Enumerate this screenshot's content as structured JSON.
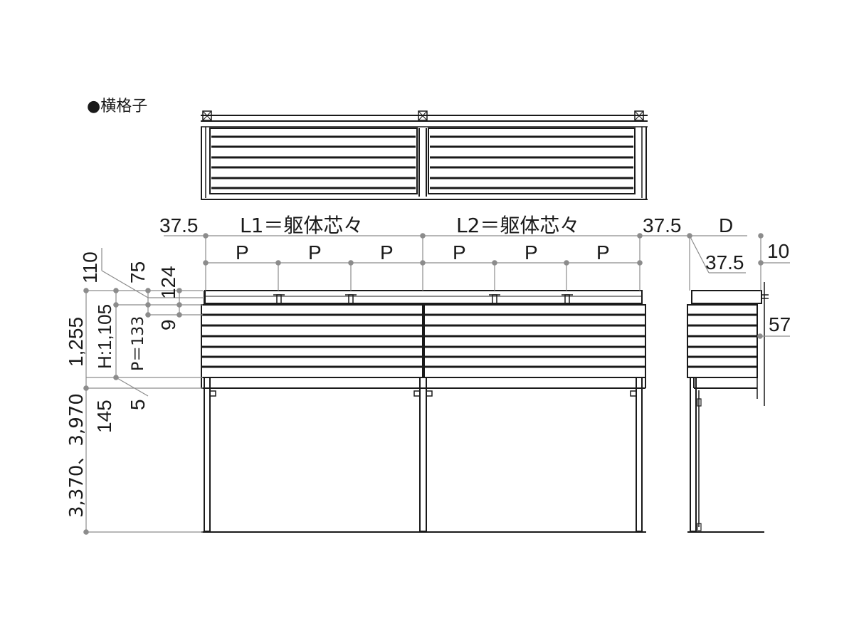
{
  "title": "●横格子",
  "colors": {
    "line": "#1a1a1a",
    "dim": "#8c8c8c",
    "slat": "#ffffff"
  },
  "labels": {
    "edge_left": "37.5",
    "span_1": "L1＝躯体芯々",
    "span_2": "L2＝躯体芯々",
    "edge_right": "37.5",
    "depth": "D",
    "pitch": "P",
    "offset_10": "10",
    "side_edge": "37.5",
    "side_57": "57",
    "dim_110": "110",
    "dim_75": "75",
    "dim_124": "124",
    "dim_9": "9",
    "dim_1255": "1,255",
    "dim_h": "H:1,105",
    "dim_p": "P＝133",
    "dim_145": "145",
    "dim_5": "5",
    "dim_height": "3,370、3,970"
  }
}
